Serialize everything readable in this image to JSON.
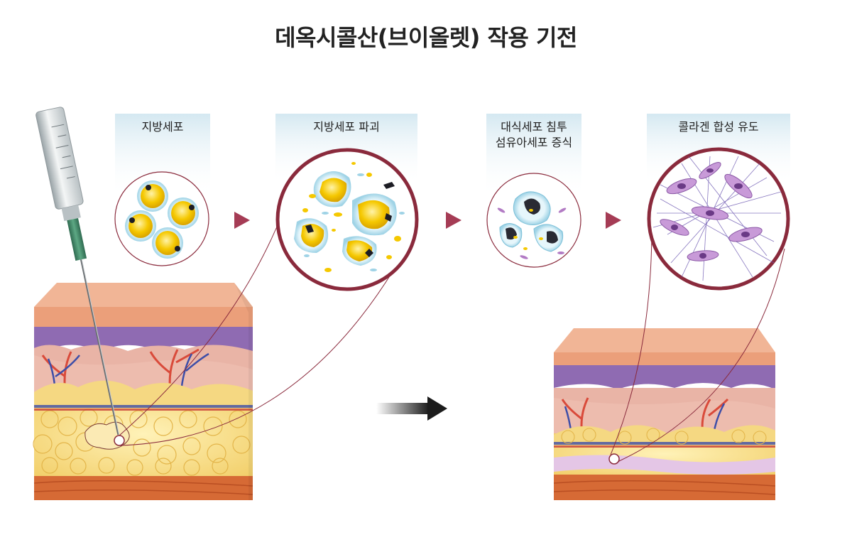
{
  "title": "데옥시콜산(브이올렛) 작용 기전",
  "stages": [
    {
      "label": "지방세포"
    },
    {
      "label": "지방세포 파괴"
    },
    {
      "label_line1": "대식세포 침투",
      "label_line2": "섬유아세포 증식"
    },
    {
      "label": "콜라겐 합성 유도"
    }
  ],
  "colors": {
    "accent": "#8a2a3c",
    "label_bg": "#dcecf3",
    "fat": "#f7d97a",
    "fat_cell_core": "#f2c200",
    "dermis_purple": "#8c6bb0",
    "epidermis": "#e9a07c",
    "muscle": "#d8743c",
    "fibroblast": "#b27bc4"
  },
  "icons": [
    "syringe-icon",
    "arrow-right-icon",
    "gradient-arrow-icon"
  ]
}
